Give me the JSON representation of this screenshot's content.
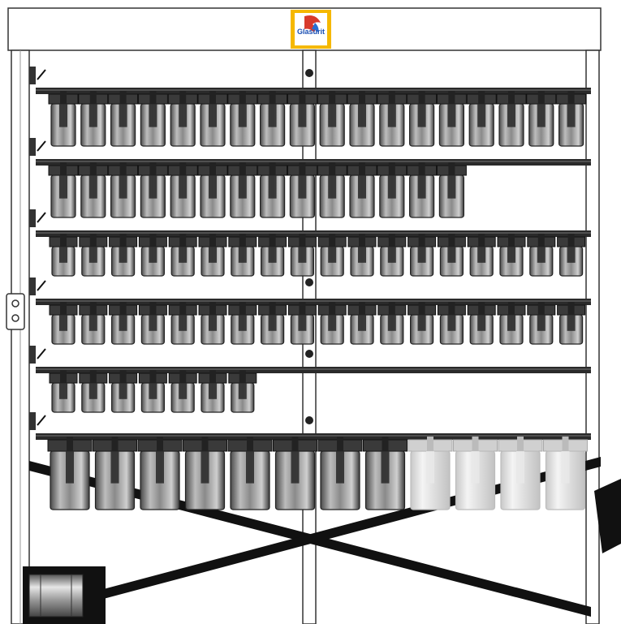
{
  "header": {
    "logo_text": "Glasurit",
    "logo_icon": "parrot-icon",
    "logo_background": "#f5b800",
    "logo_inner": "#ffffff"
  },
  "rack": {
    "shelves": [
      {
        "name": "shelf-1",
        "can_size": "medium",
        "can_count": 18,
        "faded_count": 0
      },
      {
        "name": "shelf-2",
        "can_size": "medium",
        "can_count": 14,
        "faded_count": 0
      },
      {
        "name": "shelf-3",
        "can_size": "small",
        "can_count": 18,
        "faded_count": 0
      },
      {
        "name": "shelf-4",
        "can_size": "small",
        "can_count": 18,
        "faded_count": 0
      },
      {
        "name": "shelf-5",
        "can_size": "small",
        "can_count": 7,
        "faded_count": 0
      },
      {
        "name": "shelf-6",
        "can_size": "large",
        "can_count": 12,
        "faded_count": 4
      }
    ],
    "colors": {
      "frame": "#222222",
      "can_body": "#9a9a9a",
      "can_dark": "#3a3a3a",
      "can_faded": "#e2e2e2",
      "shelf_bar": "#2a2a2a",
      "cross_brace": "#111111"
    }
  }
}
